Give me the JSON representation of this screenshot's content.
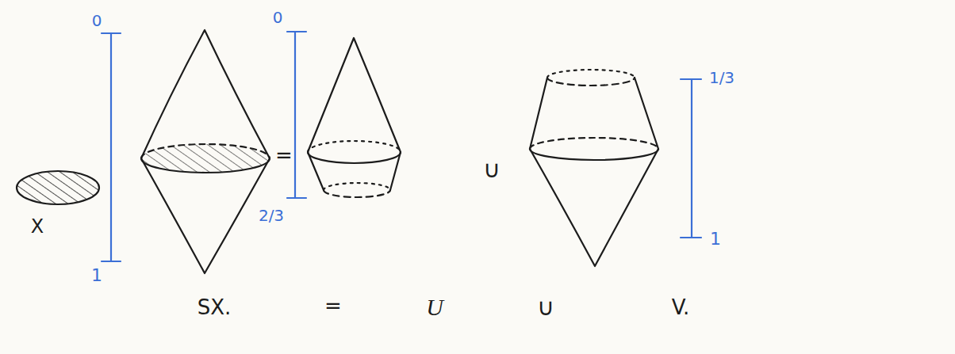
{
  "diagram": {
    "labels": [
      "0",
      "1",
      "X",
      "0",
      "2/3",
      "=",
      "∪",
      "1/3",
      "1",
      "SX.",
      "=",
      "U",
      "∪",
      "V."
    ]
  }
}
